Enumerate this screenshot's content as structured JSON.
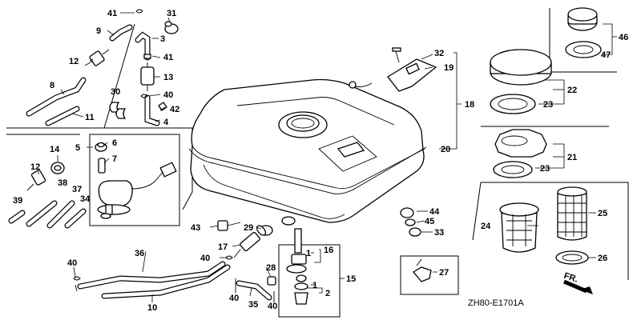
{
  "diagram": {
    "code": "ZH80-E1701A",
    "direction_label": "FR.",
    "labels": {
      "p1": "1",
      "p2": "2",
      "p3": "3",
      "p4": "4",
      "p5": "5",
      "p6": "6",
      "p7": "7",
      "p8": "8",
      "p9": "9",
      "p10": "10",
      "p11": "11",
      "p12a": "12",
      "p12b": "12",
      "p13": "13",
      "p14": "14",
      "p15": "15",
      "p16": "16",
      "p17": "17",
      "p18": "18",
      "p19": "19",
      "p20": "20",
      "p21": "21",
      "p22": "22",
      "p23a": "23",
      "p23b": "23",
      "p24": "24",
      "p25": "25",
      "p26": "26",
      "p27": "27",
      "p28": "28",
      "p29": "29",
      "p30": "30",
      "p31": "31",
      "p32": "32",
      "p33": "33",
      "p34": "34",
      "p35": "35",
      "p36": "36",
      "p37": "37",
      "p38": "38",
      "p39": "39",
      "p40a": "40",
      "p40b": "40",
      "p40c": "40",
      "p40d": "40",
      "p40e": "40",
      "p41a": "41",
      "p41b": "41",
      "p42": "42",
      "p43": "43",
      "p44": "44",
      "p45": "45",
      "p46": "46",
      "p47": "47",
      "p1b": "1"
    }
  }
}
